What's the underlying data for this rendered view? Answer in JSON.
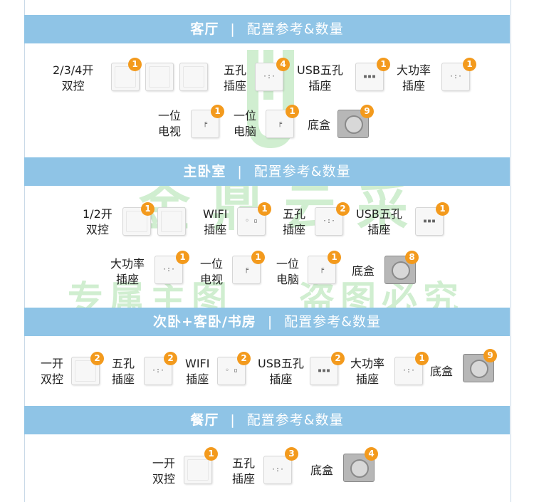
{
  "watermark": {
    "main": "金鼎云采",
    "sub1": "专属主图",
    "sub2": "盗图必究",
    "logo": "J"
  },
  "colors": {
    "header": "#8fc4e6",
    "badge": "#f39a1d"
  },
  "sections": [
    {
      "room": "客厅",
      "sep": "|",
      "caption": "配置参考&数量",
      "items": [
        {
          "l1": "2/3/4开",
          "l2": "双控",
          "badge": "1"
        },
        {
          "l1": "五孔",
          "l2": "插座",
          "badge": "4"
        },
        {
          "l1": "USB五孔",
          "l2": "插座",
          "badge": "1"
        },
        {
          "l1": "大功率",
          "l2": "插座",
          "badge": "1"
        },
        {
          "l1": "一位",
          "l2": "电视",
          "badge": "1"
        },
        {
          "l1": "一位",
          "l2": "电脑",
          "badge": "1"
        },
        {
          "l1": "底盒",
          "badge": "9"
        }
      ]
    },
    {
      "room": "主卧室",
      "sep": "|",
      "caption": "配置参考&数量",
      "items": [
        {
          "l1": "1/2开",
          "l2": "双控",
          "badge": "1"
        },
        {
          "l1": "WIFI",
          "l2": "插座",
          "badge": "1"
        },
        {
          "l1": "五孔",
          "l2": "插座",
          "badge": "2"
        },
        {
          "l1": "USB五孔",
          "l2": "插座",
          "badge": "1"
        },
        {
          "l1": "大功率",
          "l2": "插座",
          "badge": "1"
        },
        {
          "l1": "一位",
          "l2": "电视",
          "badge": "1"
        },
        {
          "l1": "一位",
          "l2": "电脑",
          "badge": "1"
        },
        {
          "l1": "底盒",
          "badge": "8"
        }
      ]
    },
    {
      "room": "次卧+客卧/书房",
      "sep": "|",
      "caption": "配置参考&数量",
      "items": [
        {
          "l1": "一开",
          "l2": "双控",
          "badge": "2"
        },
        {
          "l1": "五孔",
          "l2": "插座",
          "badge": "2"
        },
        {
          "l1": "WIFI",
          "l2": "插座",
          "badge": "2"
        },
        {
          "l1": "USB五孔",
          "l2": "插座",
          "badge": "2"
        },
        {
          "l1": "大功率",
          "l2": "插座",
          "badge": "1"
        },
        {
          "l1": "底盒",
          "badge": "9"
        }
      ]
    },
    {
      "room": "餐厅",
      "sep": "|",
      "caption": "配置参考&数量",
      "items": [
        {
          "l1": "一开",
          "l2": "双控",
          "badge": "1"
        },
        {
          "l1": "五孔",
          "l2": "插座",
          "badge": "3"
        },
        {
          "l1": "底盒",
          "badge": "4"
        }
      ]
    }
  ]
}
